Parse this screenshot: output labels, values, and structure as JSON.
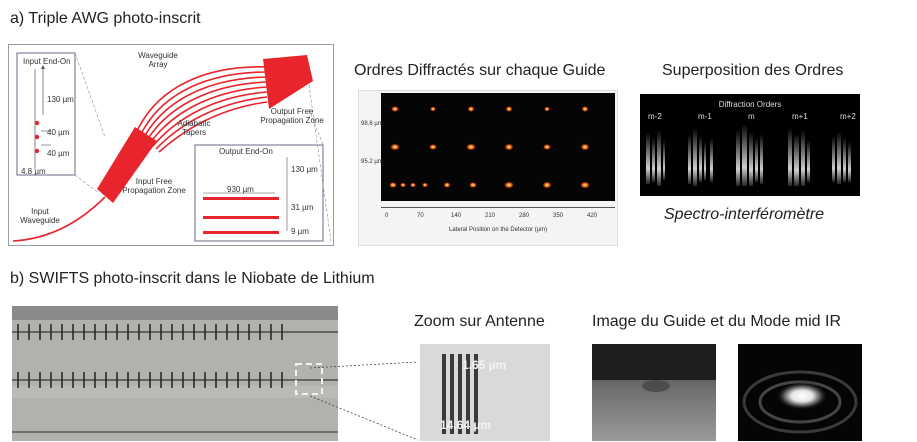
{
  "section_a": {
    "title": "a) Triple AWG photo-inscrit",
    "awg_labels": {
      "input_end_on": "Input End-On",
      "waveguide_array": "Waveguide Array",
      "adiabatic_tapers": "Adiabatic Tapers",
      "output_fpz": "Output Free Propagation Zone",
      "output_end_on": "Output End-On",
      "input_fpz": "Input Free Propagation Zone",
      "input_waveguide": "Input Waveguide",
      "d130_left": "130 µm",
      "d40_a": "40 µm",
      "d40_b": "40 µm",
      "d4_8": "4.8 µm",
      "d930": "930 µm",
      "d130_right": "130 µm",
      "d31": "31 µm",
      "d9": "9 µm"
    },
    "diffracted_title": "Ordres Diffractés sur chaque Guide",
    "superposition_title": "Superposition des Ordres",
    "detector": {
      "y_tick_1": "98.6 µm",
      "y_tick_2": "95.2 µm",
      "x_ticks": [
        "0",
        "70",
        "140",
        "210",
        "280",
        "350",
        "420"
      ],
      "x_label": "Lateral Position on the Detector (µm)"
    },
    "orders": {
      "title": "Diffraction Orders",
      "labels": [
        "m-2",
        "m-1",
        "m",
        "m+1",
        "m+2"
      ]
    },
    "spectro_caption": "Spectro-interféromètre"
  },
  "section_b": {
    "title": "b) SWIFTS photo-inscrit dans le Niobate de Lithium",
    "zoom_caption": "Zoom sur Antenne",
    "zoom_label_top": "1.65 µm",
    "zoom_label_bottom": "14.64 µm",
    "mode_caption": "Image du Guide et du Mode mid IR"
  },
  "colors": {
    "awg_red": "#e8242c",
    "detector_bg": "#050505",
    "spot_color": "#ff7a1a"
  }
}
